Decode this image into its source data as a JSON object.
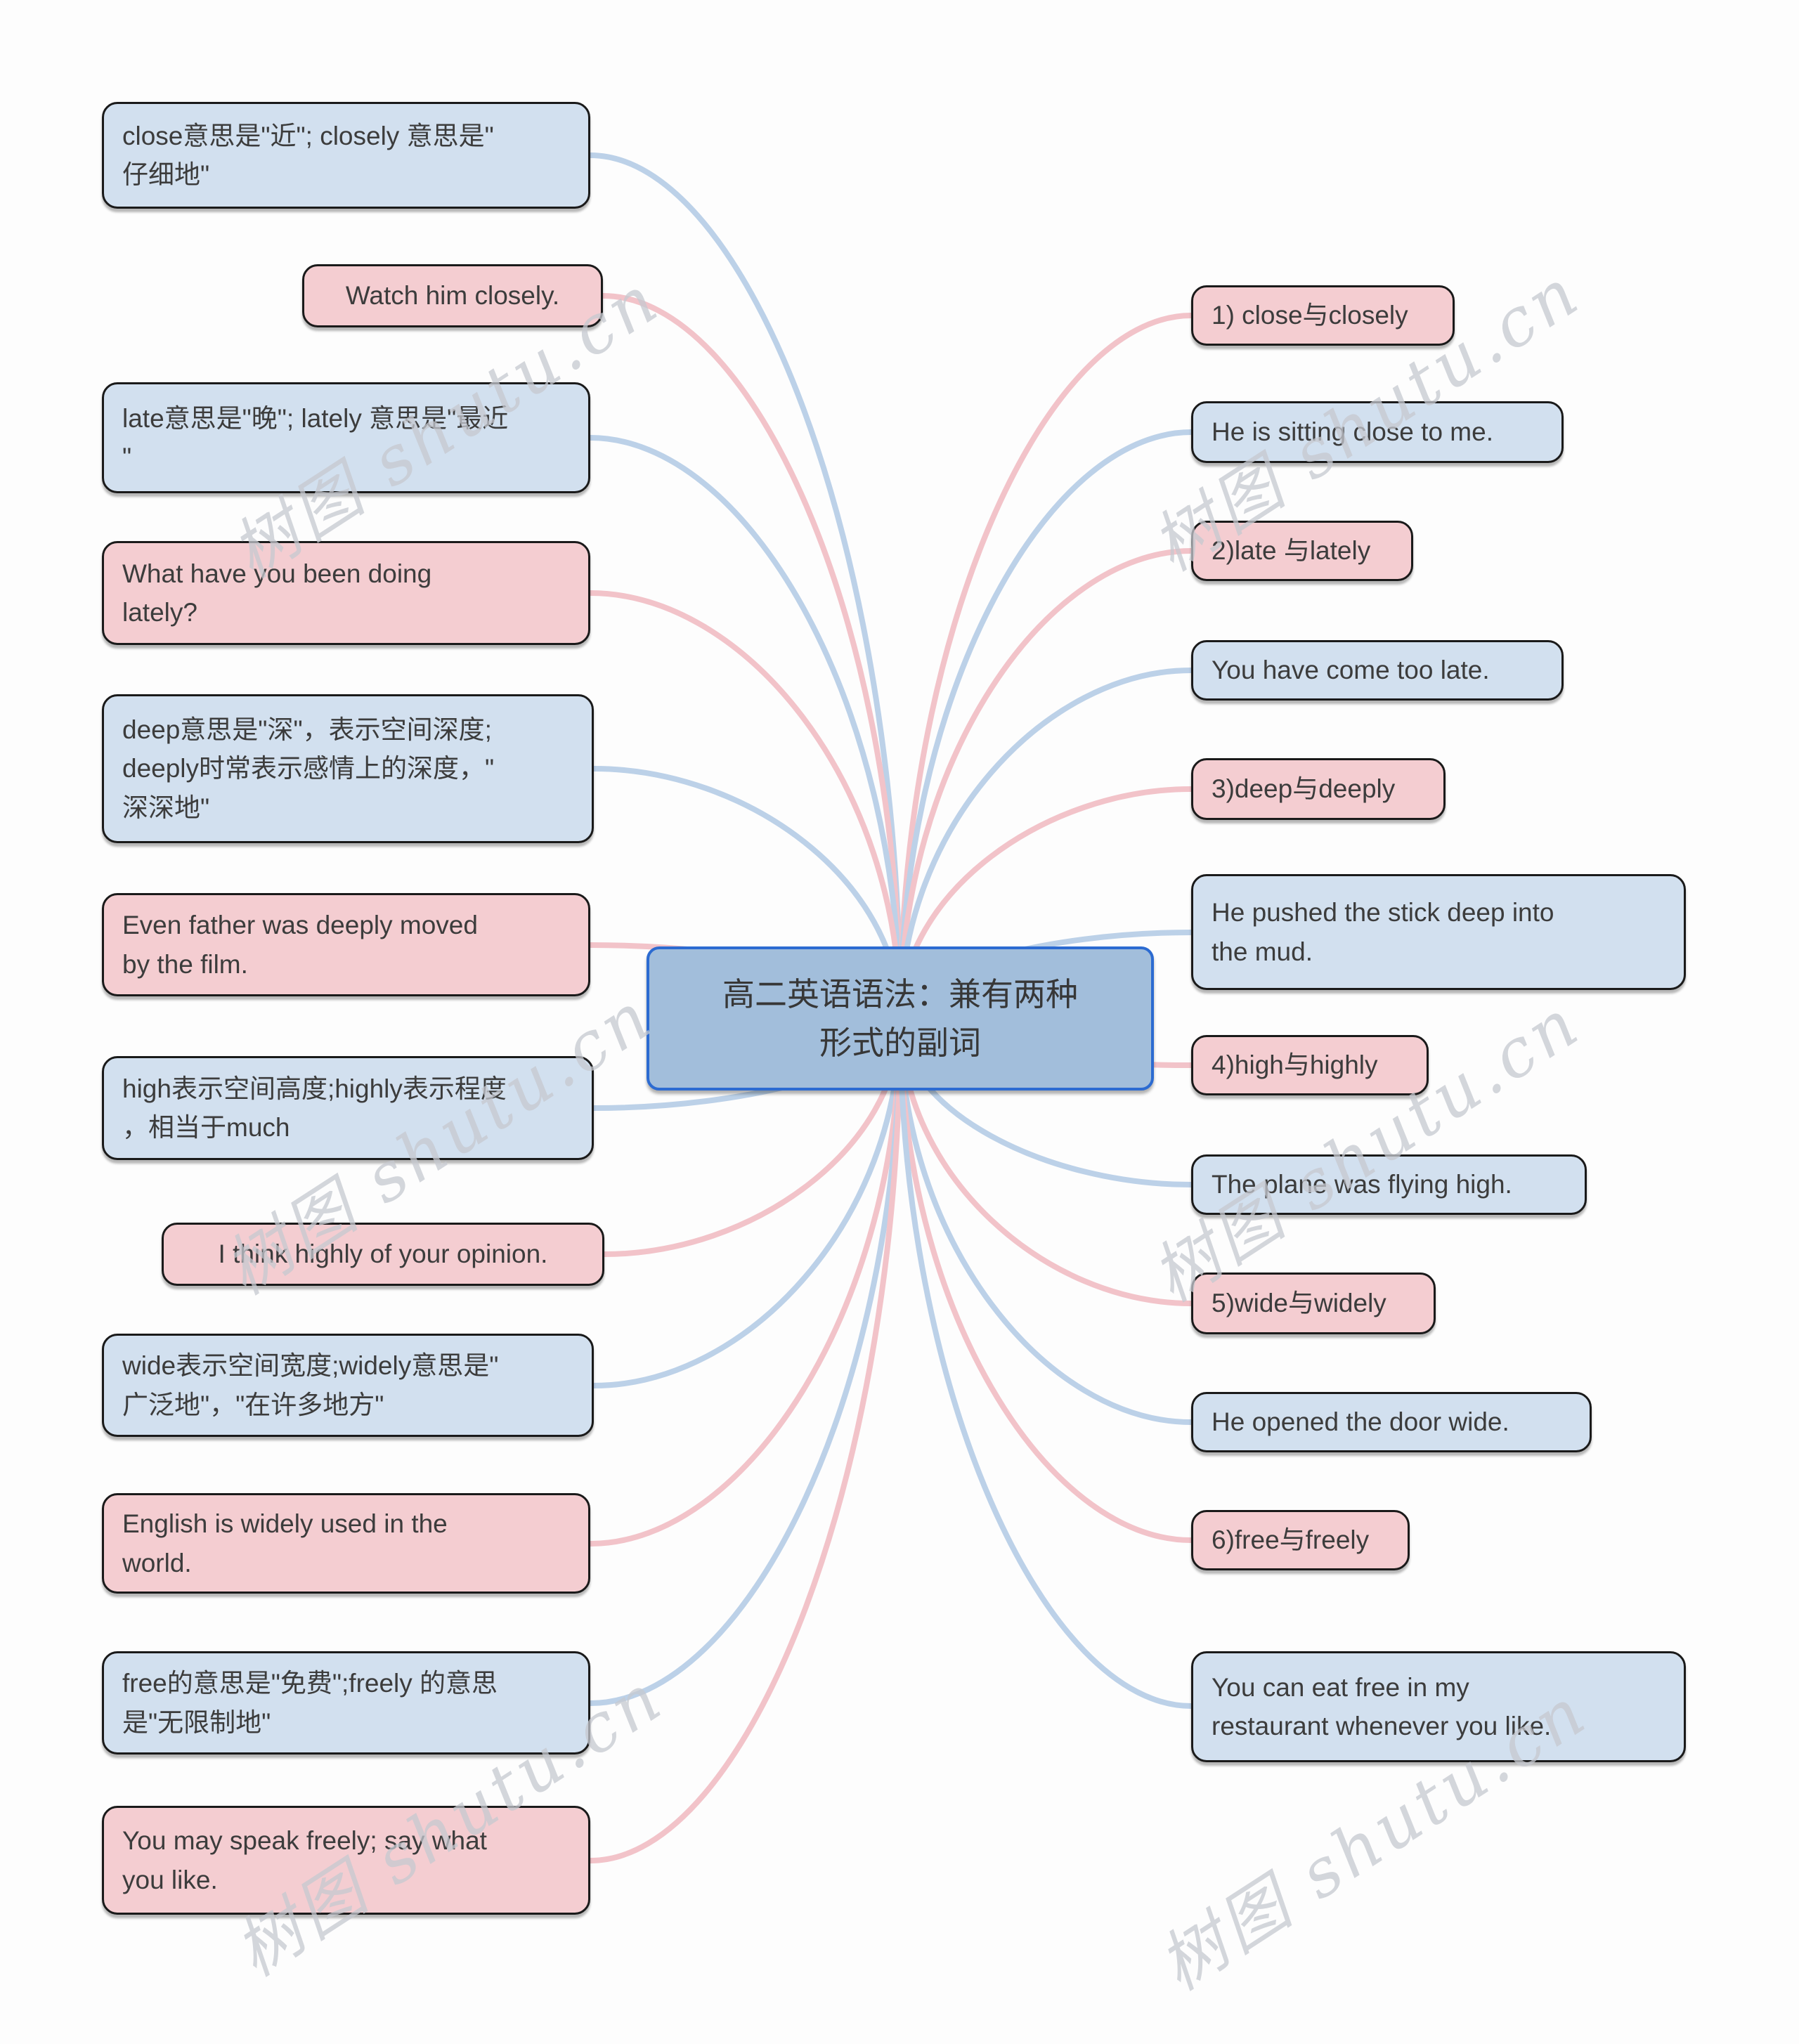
{
  "center": {
    "title": "高二英语语法：兼有两种\n形式的副词"
  },
  "watermark": {
    "text": "树图 shutu.cn"
  },
  "left_nodes": [
    {
      "text": "close意思是\"近\"; closely 意思是\"\n仔细地\"",
      "type": "blue"
    },
    {
      "text": "Watch him closely.",
      "type": "pink"
    },
    {
      "text": "late意思是\"晚\"; lately 意思是\"最近\n\"",
      "type": "blue"
    },
    {
      "text": "What have you been doing\nlately?",
      "type": "pink"
    },
    {
      "text": "deep意思是\"深\"，表示空间深度;\ndeeply时常表示感情上的深度，\"\n深深地\"",
      "type": "blue"
    },
    {
      "text": "Even father was deeply moved\nby the film.",
      "type": "pink"
    },
    {
      "text": "high表示空间高度;highly表示程度\n，相当于much",
      "type": "blue"
    },
    {
      "text": "I think highly of your opinion.",
      "type": "pink"
    },
    {
      "text": "wide表示空间宽度;widely意思是\"\n广泛地\"，\"在许多地方\"",
      "type": "blue"
    },
    {
      "text": "English is widely used in the\nworld.",
      "type": "pink"
    },
    {
      "text": "free的意思是\"免费\";freely 的意思\n是\"无限制地\"",
      "type": "blue"
    },
    {
      "text": "You may speak freely; say what\nyou like.",
      "type": "pink"
    }
  ],
  "right_nodes": [
    {
      "text": "1) close与closely",
      "type": "pink"
    },
    {
      "text": "He is sitting close to me.",
      "type": "blue"
    },
    {
      "text": "2)late 与lately",
      "type": "pink"
    },
    {
      "text": "You have come too late.",
      "type": "blue"
    },
    {
      "text": "3)deep与deeply",
      "type": "pink"
    },
    {
      "text": "He pushed the stick deep into\nthe mud.",
      "type": "blue"
    },
    {
      "text": "4)high与highly",
      "type": "pink"
    },
    {
      "text": "The plane was flying high.",
      "type": "blue"
    },
    {
      "text": "5)wide与widely",
      "type": "pink"
    },
    {
      "text": "He opened the door wide.",
      "type": "blue"
    },
    {
      "text": "6)free与freely",
      "type": "pink"
    },
    {
      "text": "You can eat free in my\nrestaurant whenever you like.",
      "type": "blue"
    }
  ],
  "colors": {
    "background": "#fdfdfd",
    "node_blue_fill": "#d2e0ef",
    "node_pink_fill": "#f4cdd1",
    "node_border": "#1a1a1a",
    "center_fill": "#a2bedb",
    "center_border": "#2c6bd1",
    "line_blue": "#bcd1e8",
    "line_pink": "#f2c3c9",
    "text": "#3c3c3c",
    "watermark": "#c6c9d0"
  }
}
